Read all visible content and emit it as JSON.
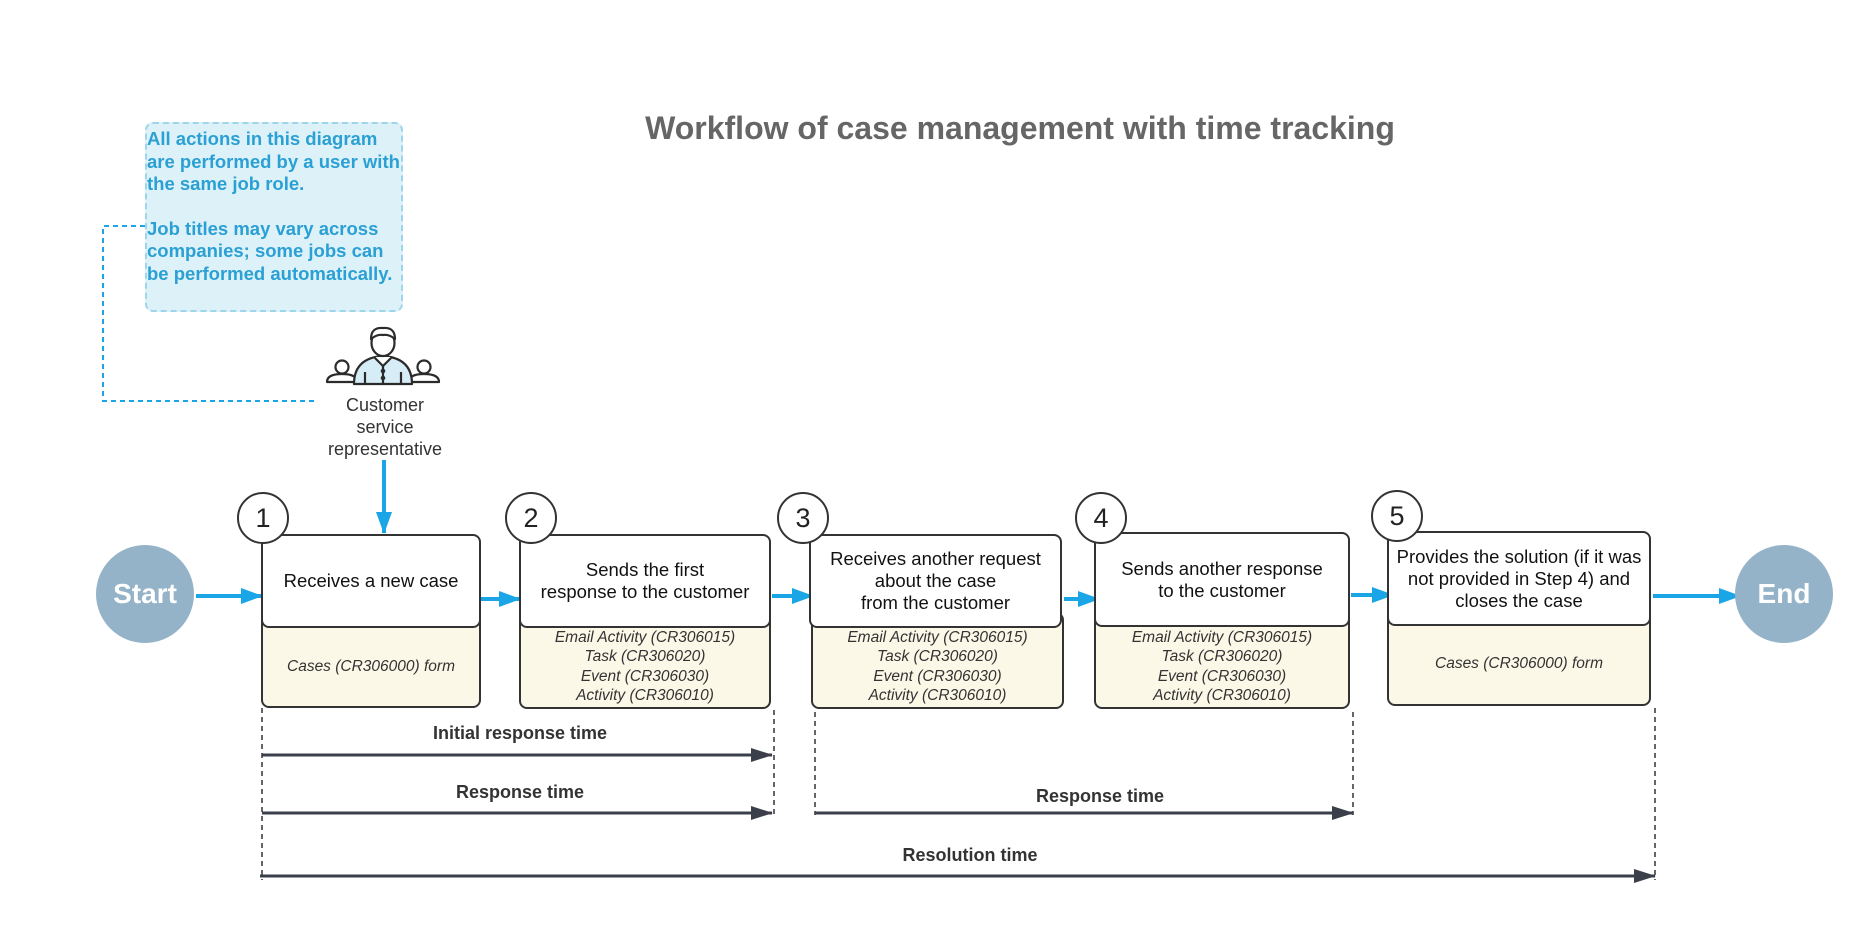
{
  "title": "Workflow of case management with time tracking",
  "note": {
    "paragraph1": "All actions in this diagram are performed by a user with the same job role.",
    "paragraph2": "Job titles may vary across companies; some jobs can be performed automatically."
  },
  "role": {
    "icon": "customer-service-representative-icon",
    "line1": "Customer",
    "line2": "service",
    "line3": "representative"
  },
  "start_label": "Start",
  "end_label": "End",
  "steps": [
    {
      "number": "1",
      "lines": [
        "Receives a new case"
      ],
      "forms": [
        "Cases (CR306000) form"
      ]
    },
    {
      "number": "2",
      "lines": [
        "Sends the first",
        "response to the customer"
      ],
      "forms": [
        "Email Activity (CR306015)",
        "Task (CR306020)",
        "Event (CR306030)",
        "Activity (CR306010)"
      ]
    },
    {
      "number": "3",
      "lines": [
        "Receives another request",
        "about the case",
        "from the customer"
      ],
      "forms": [
        "Email Activity (CR306015)",
        "Task (CR306020)",
        "Event (CR306030)",
        "Activity (CR306010)"
      ]
    },
    {
      "number": "4",
      "lines": [
        "Sends another response",
        "to the customer"
      ],
      "forms": [
        "Email Activity (CR306015)",
        "Task (CR306020)",
        "Event (CR306030)",
        "Activity (CR306010)"
      ]
    },
    {
      "number": "5",
      "lines": [
        "Provides the solution (if it was",
        "not provided in Step 4) and",
        "closes the case"
      ],
      "forms": [
        "Cases (CR306000) form"
      ]
    }
  ],
  "timings": {
    "initial_response": "Initial response time",
    "response_1": "Response time",
    "response_2": "Response time",
    "resolution": "Resolution time"
  },
  "colors": {
    "flow_arrow": "#1aa6e6",
    "terminal": "#95b3c8",
    "note_text": "#2aa0d4",
    "note_bg": "#ddf1f8",
    "form_bg": "#fcf8e8",
    "timeline": "#3a3f4a"
  }
}
